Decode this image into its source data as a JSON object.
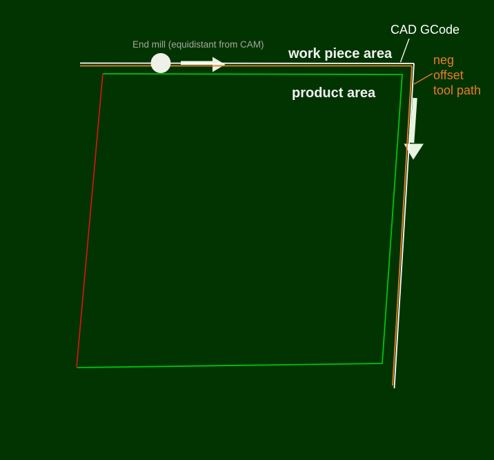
{
  "labels": {
    "end_mill": "End mill (equidistant from CAM)",
    "work_piece_area": "work piece area",
    "cad_gcode": "CAD GCode",
    "product_area": "product area",
    "neg_offset_line1": "neg",
    "neg_offset_line2": "offset",
    "neg_offset_line3": "tool path"
  },
  "colors": {
    "background": "#023402",
    "cad_gcode_path": "#ffffff",
    "neg_offset_path": "#e87d26",
    "product_outline": "#00c30c",
    "deviation_edge": "#de1510",
    "end_mill_fill": "#eff0e8",
    "feed_arrow_fill": "#e6f4e0",
    "label_gray": "#a6a69c",
    "label_white": "#f2f2f2"
  }
}
